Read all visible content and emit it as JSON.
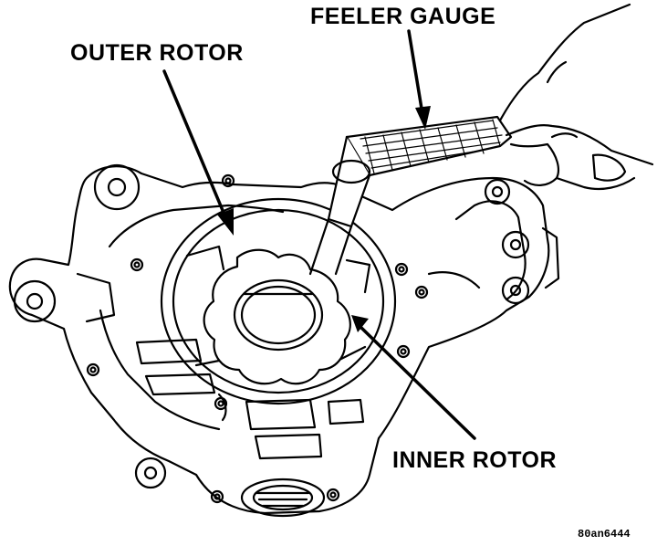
{
  "labels": {
    "feeler_gauge": "FEELER GAUGE",
    "outer_rotor": "OUTER ROTOR",
    "inner_rotor": "INNER ROTOR",
    "figure_code": "80an6444"
  },
  "colors": {
    "ink": "#000000",
    "paper": "#ffffff"
  }
}
